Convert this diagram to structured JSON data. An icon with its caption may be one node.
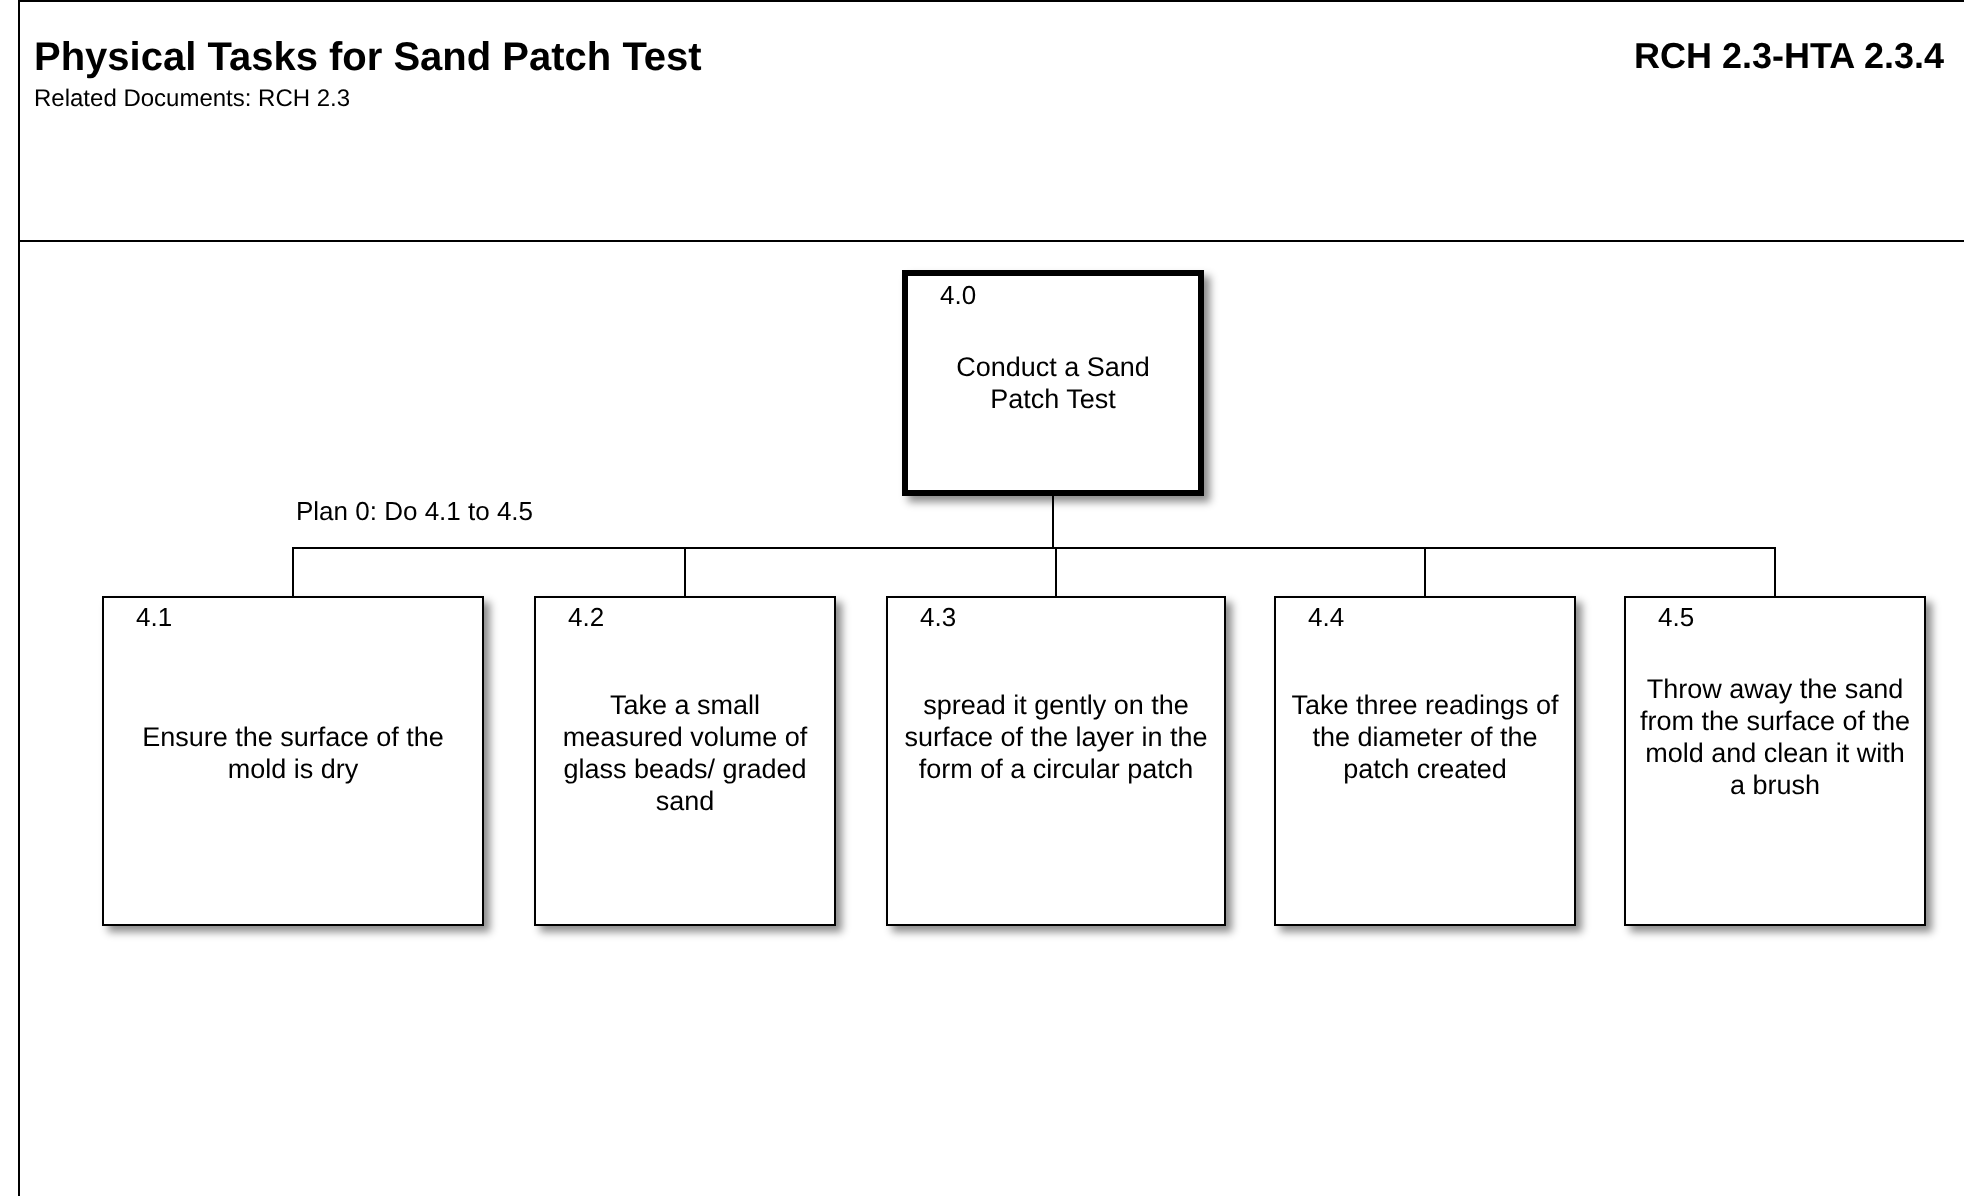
{
  "diagram": {
    "title": "Physical Tasks for Sand Patch Test",
    "nodes": [
      {
        "text": [
          "4.0",
          "Conduct a Sand Patch Test"
        ]
      },
      {
        "text": [
          "4.1",
          "Ensure the surface of the mold is dry"
        ]
      },
      {
        "text": [
          "4.2",
          "Take a small measured volume of glass beads/ graded sand"
        ]
      },
      {
        "text": [
          "4.3",
          "spread it gently on the surface of the layer in the form of a circular patch"
        ]
      },
      {
        "text": [
          "4.4",
          "Take three readings of the diameter of the patch created"
        ]
      },
      {
        "text": [
          "4.5",
          "Throw away the sand from the surface of the mold and clean it with a brush"
        ]
      }
    ],
    "edges": [
      {
        "from": 0,
        "to": 1,
        "arrow": "none"
      },
      {
        "from": 0,
        "to": 2,
        "arrow": "none"
      },
      {
        "from": 0,
        "to": 3,
        "arrow": "none"
      },
      {
        "from": 0,
        "to": 4,
        "arrow": "none"
      },
      {
        "from": 0,
        "to": 5,
        "arrow": "none"
      }
    ],
    "labels": [
      "Related Documents: RCH 2.3",
      "RCH 2.3-HTA 2.3.4",
      "Plan 0: Do 4.1 to 4.5"
    ]
  }
}
